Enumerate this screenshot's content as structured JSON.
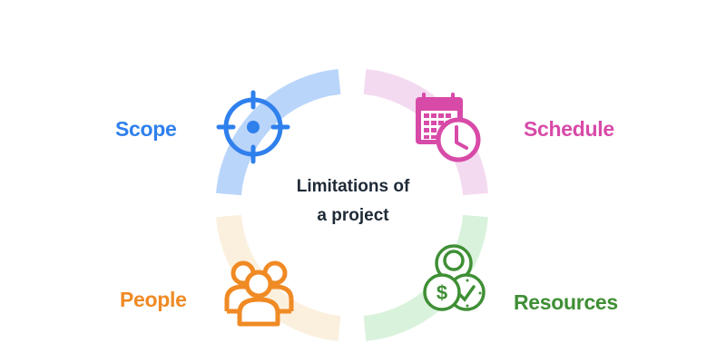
{
  "center": {
    "line1": "Limitations of",
    "line2": "a project"
  },
  "quadrants": [
    {
      "key": "scope",
      "label": "Scope",
      "icon": "crosshair-icon",
      "color": "#2f80ed",
      "arc_color": "#b9d5fa"
    },
    {
      "key": "schedule",
      "label": "Schedule",
      "icon": "calendar-clock-icon",
      "color": "#d84aa8",
      "arc_color": "#f4daf0"
    },
    {
      "key": "people",
      "label": "People",
      "icon": "people-group-icon",
      "color": "#f08a24",
      "arc_color": "#fbf0de"
    },
    {
      "key": "resources",
      "label": "Resources",
      "icon": "money-time-people-icon",
      "color": "#3f8f35",
      "arc_color": "#d9f2dc"
    }
  ]
}
